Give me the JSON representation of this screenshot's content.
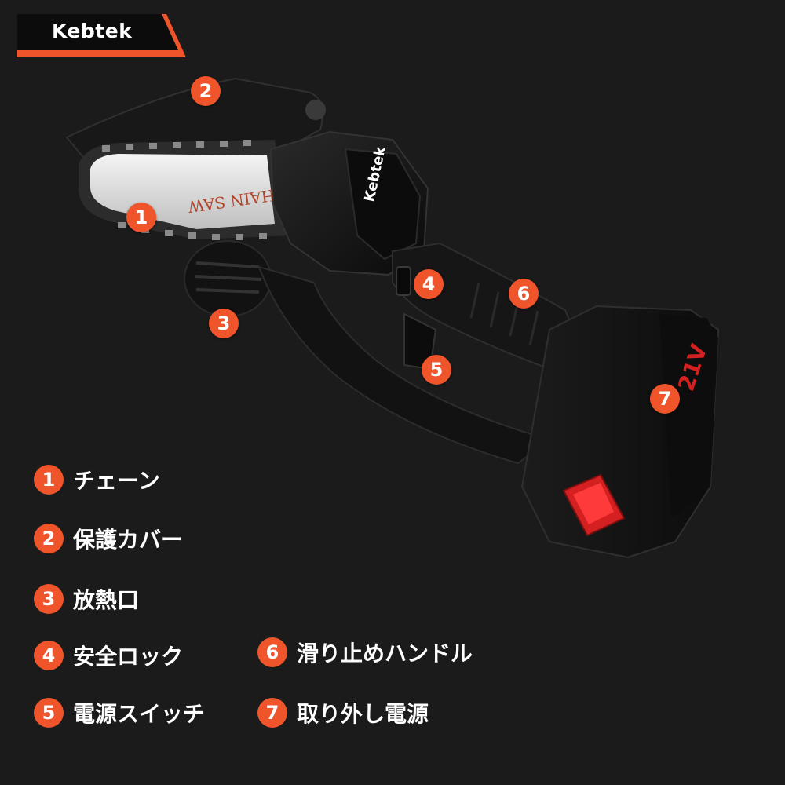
{
  "brand": {
    "name": "Kebtek"
  },
  "colors": {
    "accent": "#f0542a",
    "background": "#1b1b1b",
    "product_body": "#101010",
    "battery_button": "#d42020"
  },
  "product": {
    "body_brand": "Kebtek",
    "bar_text": "CHAIN SAW",
    "battery_voltage": "21V"
  },
  "callouts": [
    "1",
    "2",
    "3",
    "4",
    "5",
    "6",
    "7"
  ],
  "legend": [
    {
      "num": "1",
      "label": "チェーン"
    },
    {
      "num": "2",
      "label": "保護カバー"
    },
    {
      "num": "3",
      "label": "放熱口"
    },
    {
      "num": "4",
      "label": "安全ロック"
    },
    {
      "num": "5",
      "label": "電源スイッチ"
    },
    {
      "num": "6",
      "label": "滑り止めハンドル"
    },
    {
      "num": "7",
      "label": "取り外し電源"
    }
  ]
}
